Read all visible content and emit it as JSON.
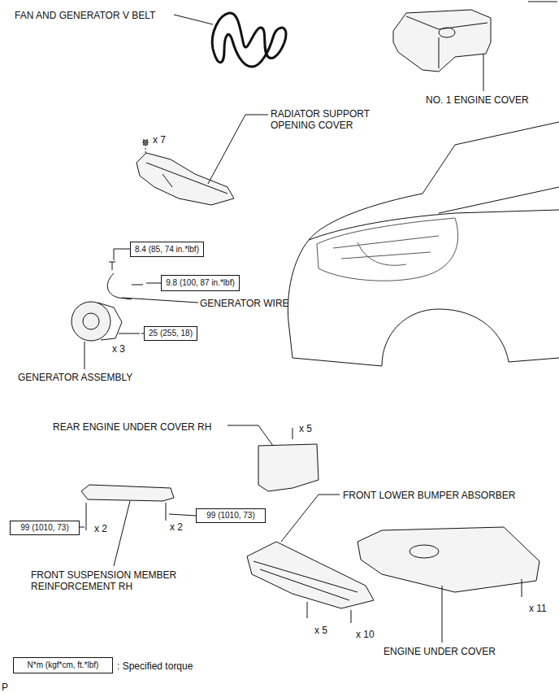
{
  "diagram": {
    "nodes": [
      {
        "text": [
          "8.4 (85, 74 in.*lbf)"
        ]
      },
      {
        "text": [
          "9.8 (100, 87 in.*lbf)"
        ]
      },
      {
        "text": [
          "25 (255, 18)"
        ]
      },
      {
        "text": [
          "99 (1010, 73)"
        ]
      },
      {
        "text": [
          "99 (1010, 73)"
        ]
      },
      {
        "text": [
          "N*m (kgf*cm, ft.*lbf)"
        ]
      }
    ],
    "labels": [
      "FAN AND GENERATOR V BELT",
      "NO. 1 ENGINE COVER",
      "RADIATOR SUPPORT OPENING COVER",
      "x 7",
      "GENERATOR WIRE",
      "x 3",
      "GENERATOR ASSEMBLY",
      "REAR ENGINE UNDER COVER RH",
      "x 5",
      "FRONT LOWER BUMPER ABSORBER",
      "x 2",
      "x 2",
      "FRONT SUSPENSION MEMBER REINFORCEMENT RH",
      "x 5",
      "x 10",
      "x 11",
      "ENGINE UNDER COVER",
      ": Specified torque",
      "P"
    ]
  }
}
